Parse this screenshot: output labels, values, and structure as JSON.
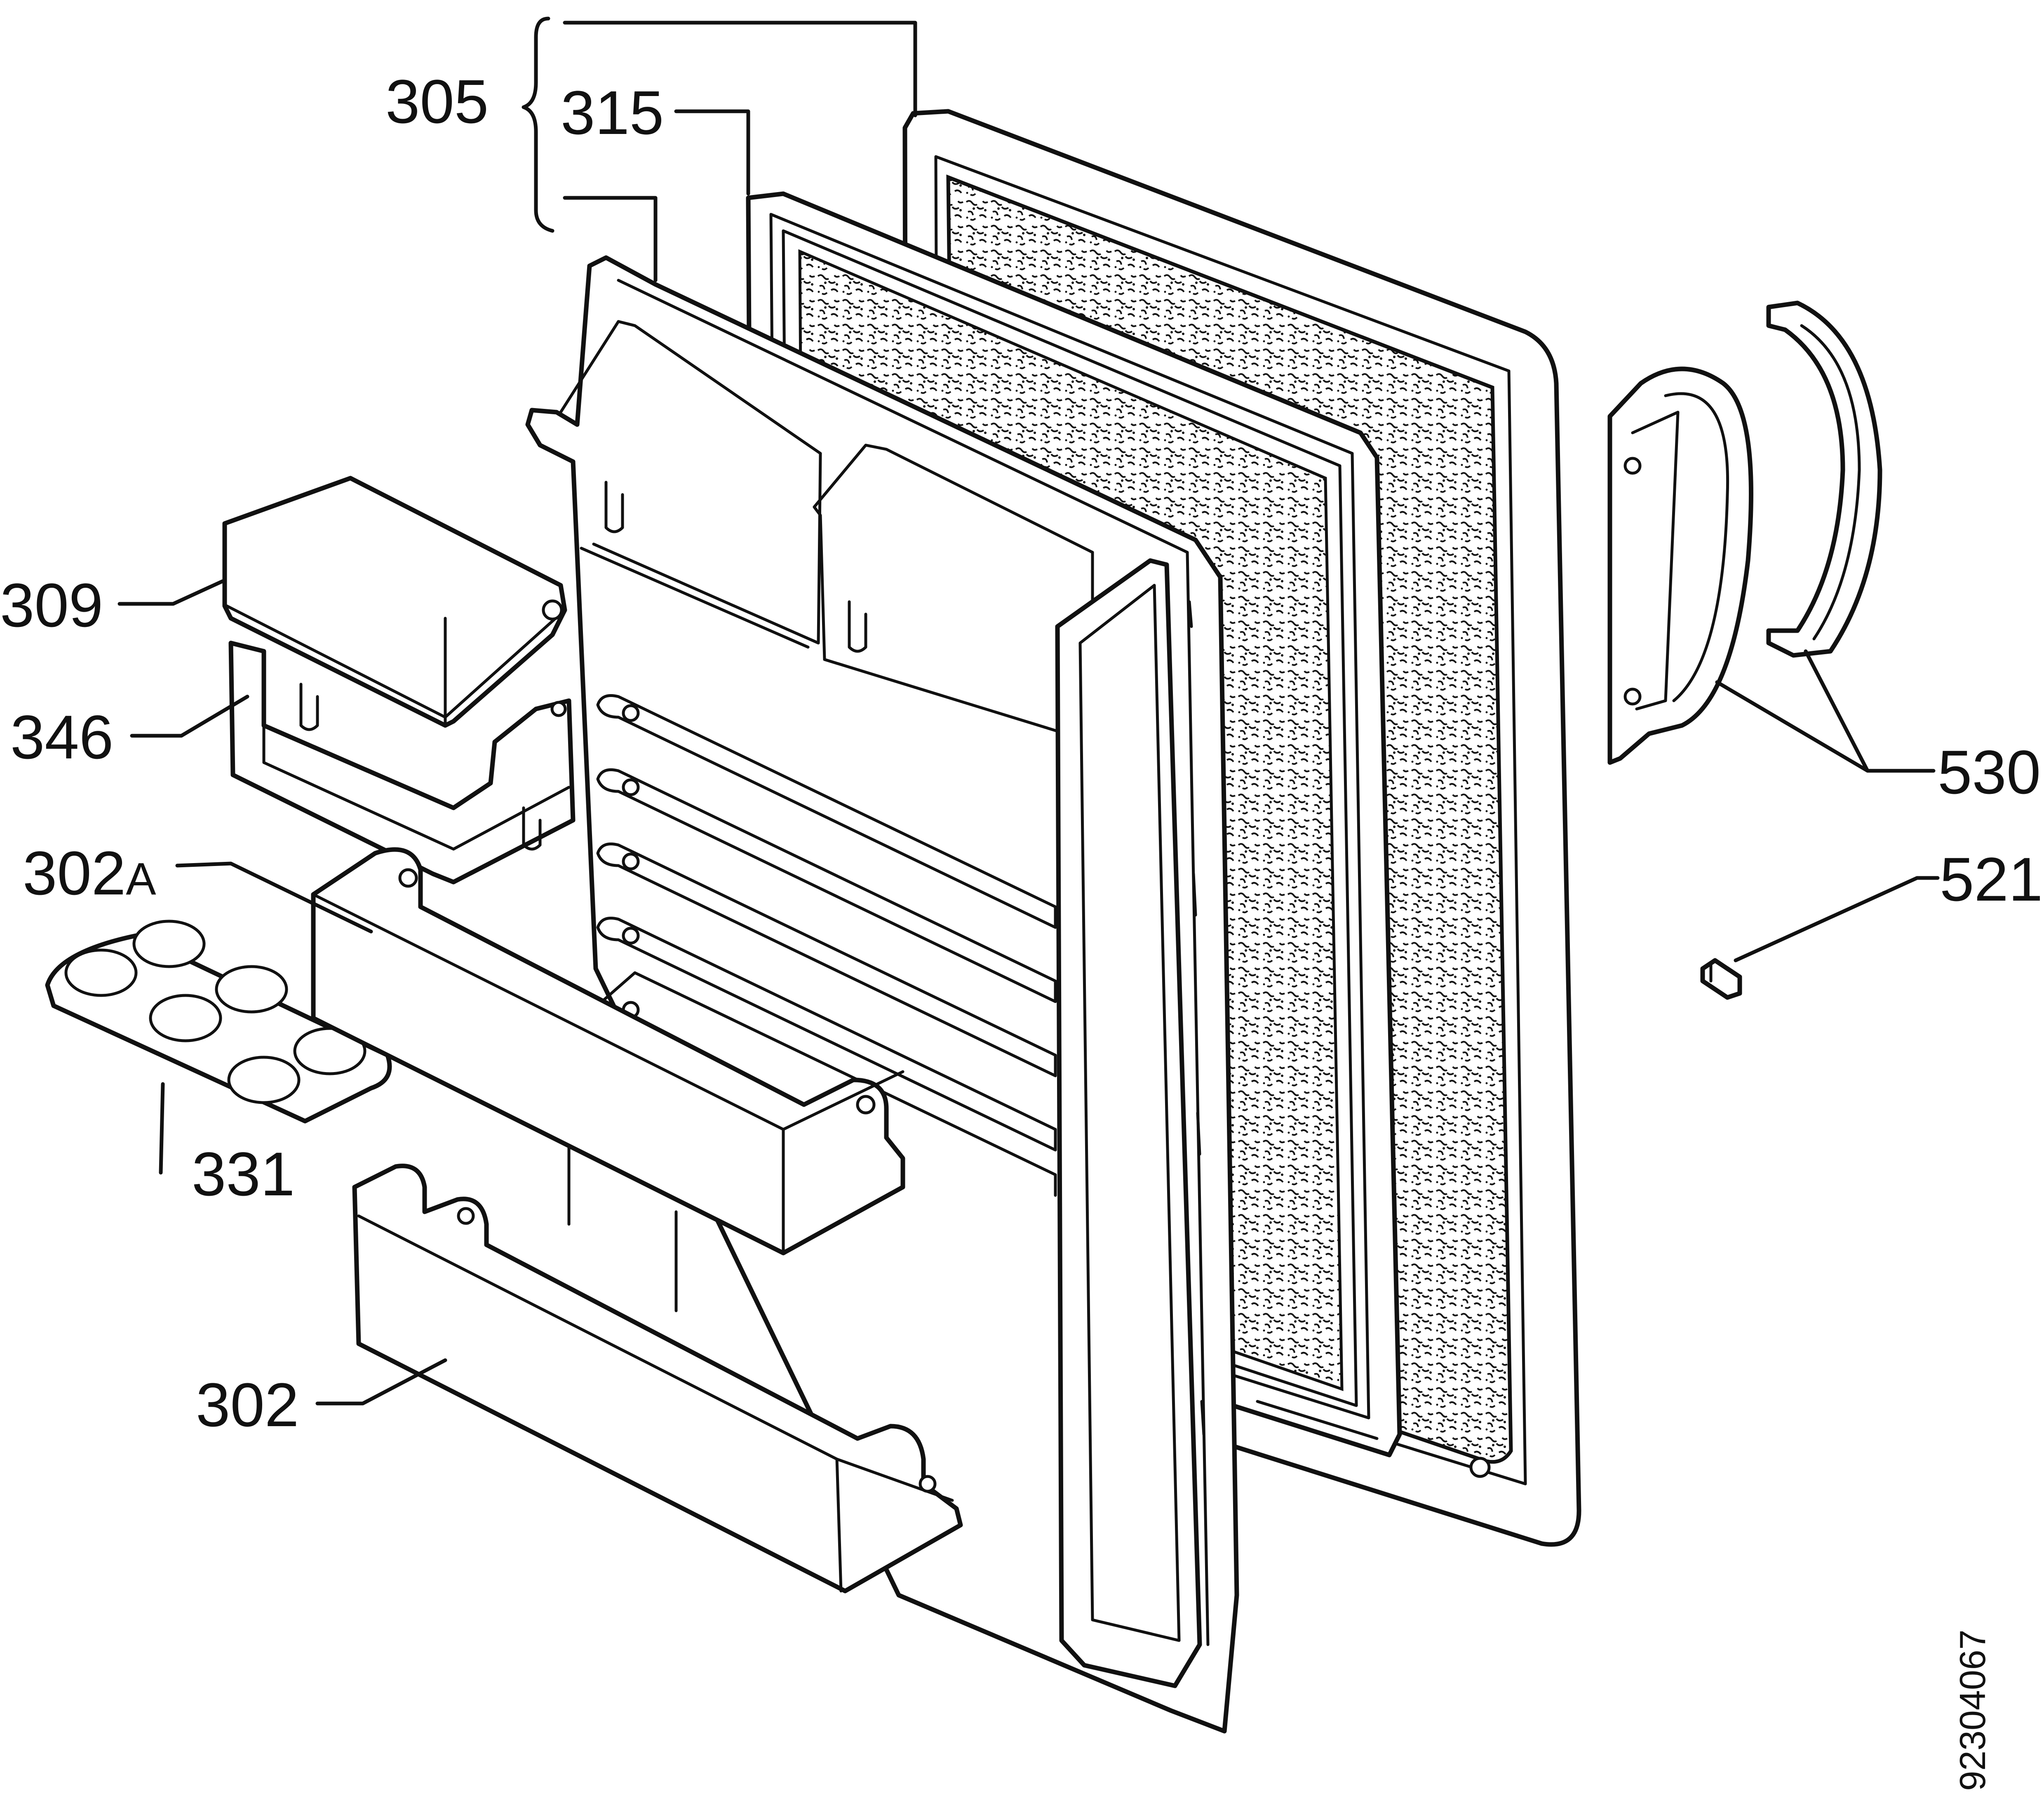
{
  "labels": {
    "305": "305",
    "315": "315",
    "309": "309",
    "346": "346",
    "302A": "302",
    "302A_suffix": "A",
    "331": "331",
    "302": "302",
    "530": "530",
    "521": "521"
  },
  "document_number": "92304067",
  "colors": {
    "line": "#111111",
    "background": "#ffffff"
  }
}
